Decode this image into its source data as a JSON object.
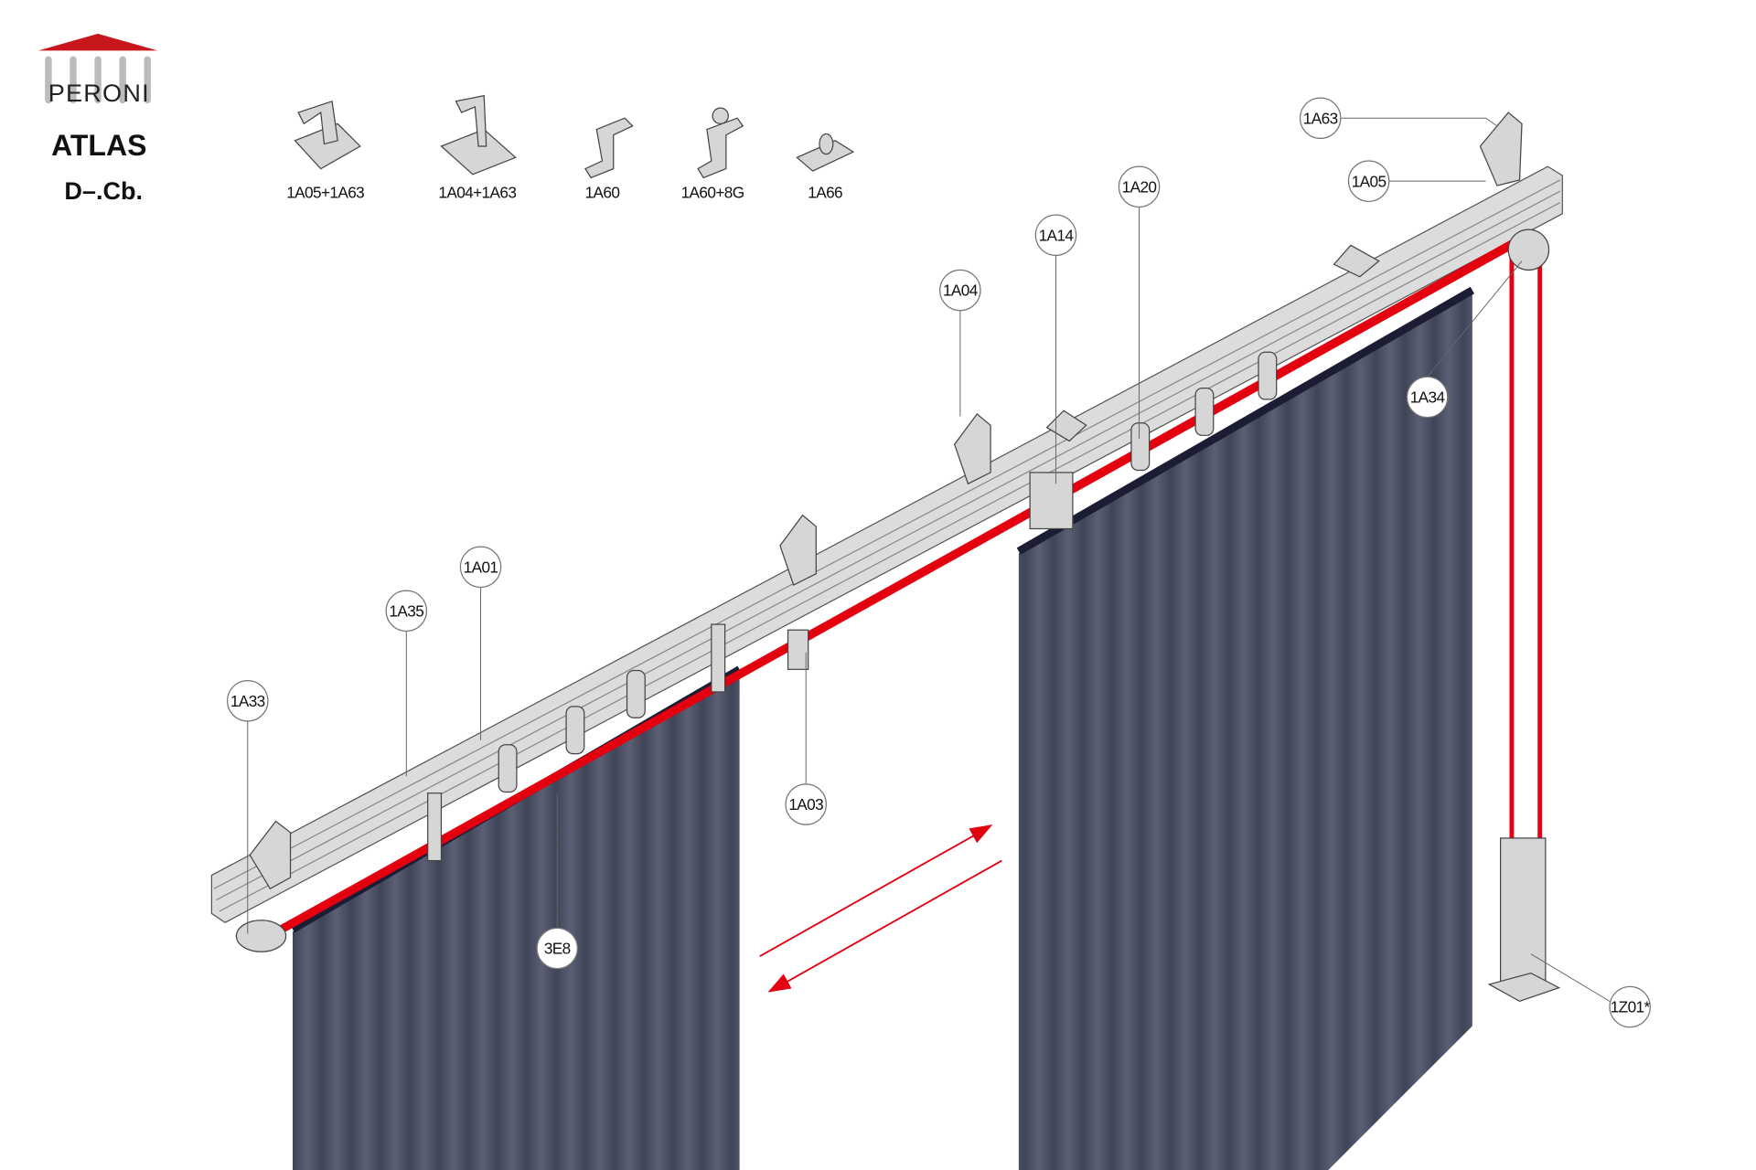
{
  "logo": {
    "brand": "PERONI",
    "color": "#c8161d"
  },
  "product": {
    "name": "ATLAS",
    "code": "D–.Cb."
  },
  "legend_parts": [
    "1A05+1A63",
    "1A04+1A63",
    "1A60",
    "1A60+8G",
    "1A66"
  ],
  "callouts": {
    "c1A63": "1A63",
    "c1A05": "1A05",
    "c1A20": "1A20",
    "c1A14": "1A14",
    "c1A04": "1A04",
    "c1A34": "1A34",
    "c1A01": "1A01",
    "c1A35": "1A35",
    "c1A33": "1A33",
    "c1A03": "1A03",
    "c3E8": "3E8",
    "c1Z01": "1Z01*"
  },
  "colors": {
    "cable": "#e3000f",
    "curtain": "#4a4f63",
    "rail": "#dcdcdc"
  }
}
